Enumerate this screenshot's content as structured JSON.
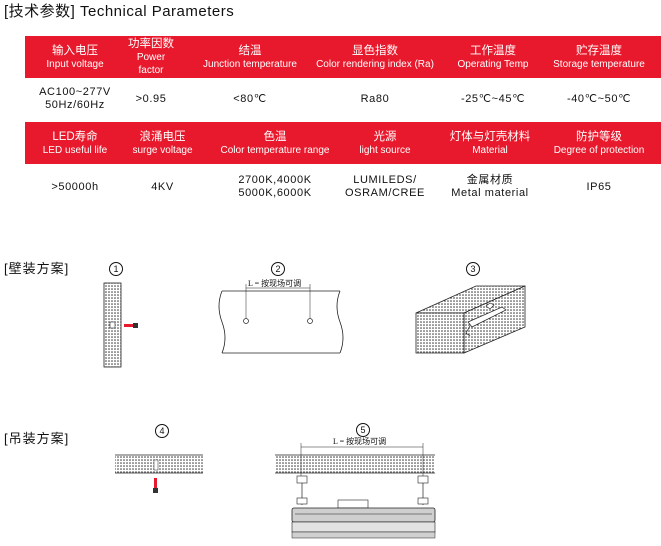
{
  "header": {
    "title": "[技术参数] Technical Parameters"
  },
  "table1": {
    "headers": [
      {
        "zh": "输入电压",
        "en": "Input voltage"
      },
      {
        "zh": "功率因数",
        "en": "Power factor"
      },
      {
        "zh": "结温",
        "en": "Junction temperature"
      },
      {
        "zh": "显色指数",
        "en": "Color rendering index (Ra)"
      },
      {
        "zh": "工作温度",
        "en": "Operating Temp"
      },
      {
        "zh": "贮存温度",
        "en": "Storage temperature"
      }
    ],
    "values": [
      {
        "l1": "AC100~277V",
        "l2": "50Hz/60Hz"
      },
      {
        "l1": ">0.95",
        "l2": ""
      },
      {
        "l1": "<80℃",
        "l2": ""
      },
      {
        "l1": "Ra80",
        "l2": ""
      },
      {
        "l1": "-25℃~45℃",
        "l2": ""
      },
      {
        "l1": "-40℃~50℃",
        "l2": ""
      }
    ]
  },
  "table2": {
    "headers": [
      {
        "zh": "LED寿命",
        "en": "LED useful life"
      },
      {
        "zh": "浪涌电压",
        "en": "surge voltage"
      },
      {
        "zh": "色温",
        "en": "Color temperature range"
      },
      {
        "zh": "光源",
        "en": "light source"
      },
      {
        "zh": "灯体与灯壳材料",
        "en": "Material"
      },
      {
        "zh": "防护等级",
        "en": "Degree of protection"
      }
    ],
    "values": [
      {
        "l1": ">50000h",
        "l2": ""
      },
      {
        "l1": "4KV",
        "l2": ""
      },
      {
        "l1": "2700K,4000K",
        "l2": "5000K,6000K"
      },
      {
        "l1": "LUMILEDS/",
        "l2": "OSRAM/CREE"
      },
      {
        "l1": "金属材质",
        "l2": "Metal material"
      },
      {
        "l1": "IP65",
        "l2": ""
      }
    ]
  },
  "wall_mount": {
    "label": "[壁装方案]",
    "nums": [
      "1",
      "2",
      "3"
    ],
    "dim_label": "L = 按现场可调"
  },
  "hang_mount": {
    "label": "[吊装方案]",
    "nums": [
      "4",
      "5"
    ],
    "dim_label": "L = 按现场可调"
  },
  "colors": {
    "accent": "#e8192c"
  }
}
